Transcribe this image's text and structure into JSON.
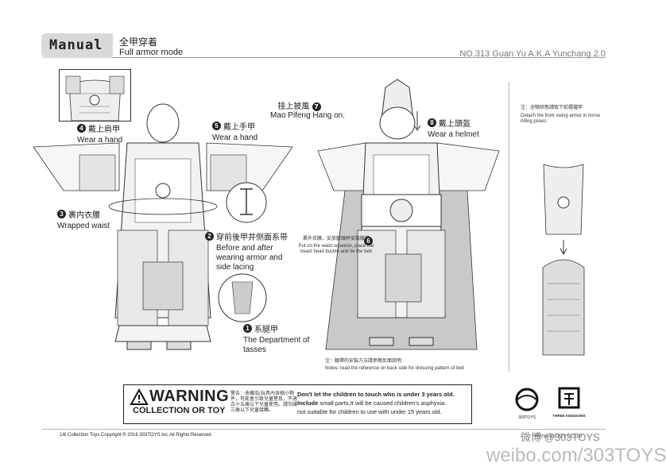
{
  "header": {
    "manual_label": "Manual",
    "title_cn": "全甲穿着",
    "title_en": "Full armor mode",
    "product": "NO.313 Guan Yu A.K.A Yunchang 2.0"
  },
  "steps": {
    "s1": {
      "num": "1",
      "cn": "系腿甲",
      "en": "The Department of tasses"
    },
    "s2": {
      "num": "2",
      "cn": "穿前後甲并侧面系带",
      "en": "Before and after wearing armor and side lacing"
    },
    "s3": {
      "num": "3",
      "cn": "裹内衣腰",
      "en": "Wrapped waist"
    },
    "s4": {
      "num": "4",
      "cn": "戴上肩甲",
      "en": "Wear a hand"
    },
    "s5": {
      "num": "5",
      "cn": "戴上手甲",
      "en": "Wear a hand"
    },
    "s6": {
      "num": "6",
      "cn": "裹外衣腰，安放獸頭并安裝腰帶",
      "en": "Put on the waist squeeze, place the beast head buckle and tie the belt"
    },
    "s7": {
      "num": "7",
      "cn": "挂上披風",
      "en": "Mao Pifeng Hang on."
    },
    "s8": {
      "num": "8",
      "cn": "戴上頭盔",
      "en": "Wear a helmet"
    }
  },
  "side_note": {
    "cn": "注：坐騎狀態請取下前擺襠甲",
    "en": "Detach the front swing armor in horse riding poses"
  },
  "belt_note": {
    "cn": "注：腰帶的安裝方法請參閱反面說明",
    "en": "Notes: read the reference on back side for dressing pattern of belt"
  },
  "warning": {
    "title": "WARNING",
    "subtitle": "COLLECTION OR TOY",
    "cn_text": "警告：收藏品/玩具內含細小物件，可能會引致兒童窒息，不適合十五歲以下兒童使用。請勿讓三歲以下兒童接觸。",
    "headline": "Don't let the children to touch who is under 3 years old.",
    "line1_bold": "Include",
    "line1": " small parts,It will be caused children's asphyxia.",
    "line2": "not suitable for children to use with under 15 years old."
  },
  "logos": {
    "brand1": "303TOYS",
    "brand2": "THREE KINGDOMS"
  },
  "footer": {
    "copyright": "1/6 Collection Toys Copyright ® 2016 303TOYS Inc.All Rights Reserved.",
    "weibo_small": "微博 @303TOYS",
    "site": "WWW.303TOYS.COM",
    "weibo_large": "weibo.com/303TOYS"
  }
}
